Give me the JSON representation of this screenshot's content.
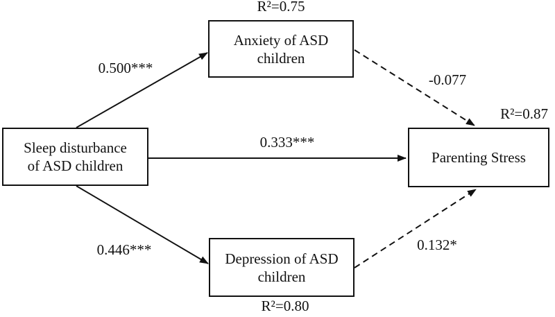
{
  "figure": {
    "type": "path-diagram",
    "background": "#ffffff",
    "line_color": "#111111",
    "text_color": "#111111",
    "boxes": {
      "sleep": {
        "label": "Sleep disturbance of ASD children",
        "lines": [
          "Sleep disturbance",
          "of ASD children"
        ]
      },
      "anxiety": {
        "label": "Anxiety of ASD children",
        "lines": [
          "Anxiety of ASD",
          "children"
        ],
        "r2": "R²=0.75"
      },
      "depression": {
        "label": "Depression of ASD children",
        "lines": [
          "Depression of ASD",
          "children"
        ],
        "r2": "R²=0.80"
      },
      "parenting": {
        "label": "Parenting Stress",
        "lines": [
          "Parenting Stress"
        ],
        "r2": "R²=0.87"
      }
    },
    "paths": [
      {
        "from": "sleep",
        "to": "anxiety",
        "coefficient": "0.500***",
        "style": "solid"
      },
      {
        "from": "sleep",
        "to": "parenting",
        "coefficient": "0.333***",
        "style": "solid"
      },
      {
        "from": "sleep",
        "to": "depression",
        "coefficient": "0.446***",
        "style": "solid"
      },
      {
        "from": "anxiety",
        "to": "parenting",
        "coefficient": "-0.077",
        "style": "dashed"
      },
      {
        "from": "depression",
        "to": "parenting",
        "coefficient": "0.132*",
        "style": "dashed"
      }
    ]
  }
}
